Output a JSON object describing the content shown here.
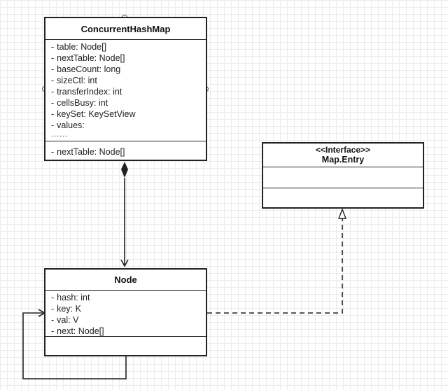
{
  "concurrent_hash_map": {
    "title": "ConcurrentHashMap",
    "fields": [
      {
        "prefix": "-",
        "name": "table:",
        "type": "Node[]"
      },
      {
        "prefix": "-",
        "name": "nextTable:",
        "type": "Node[]"
      },
      {
        "prefix": "-",
        "name": "baseCount:",
        "type": "long"
      },
      {
        "prefix": "-",
        "name": "sizeCtl:",
        "type": "int"
      },
      {
        "prefix": "-",
        "name": "transferIndex:",
        "type": "int"
      },
      {
        "prefix": "-",
        "name": "cellsBusy:",
        "type": "int"
      },
      {
        "prefix": "-",
        "name": "keySet:",
        "type": "KeySetView"
      },
      {
        "prefix": "-",
        "name": "values:",
        "type": ""
      }
    ],
    "ellipsis": "......",
    "methods": [
      {
        "prefix": "-",
        "name": "nextTable:",
        "type": "Node[]"
      }
    ]
  },
  "map_entry": {
    "stereotype": "<<Interface>>",
    "title": "Map.Entry"
  },
  "node": {
    "title": "Node",
    "fields": [
      {
        "prefix": "-",
        "name": "hash:",
        "type": "int"
      },
      {
        "prefix": "-",
        "name": "key:",
        "type": "K"
      },
      {
        "prefix": "-",
        "name": "val:",
        "type": "V"
      },
      {
        "prefix": "-",
        "name": "next:",
        "type": "Node[]"
      }
    ]
  },
  "colors": {
    "line": "#222222",
    "grid": "#ececec",
    "handle": "#555555"
  }
}
